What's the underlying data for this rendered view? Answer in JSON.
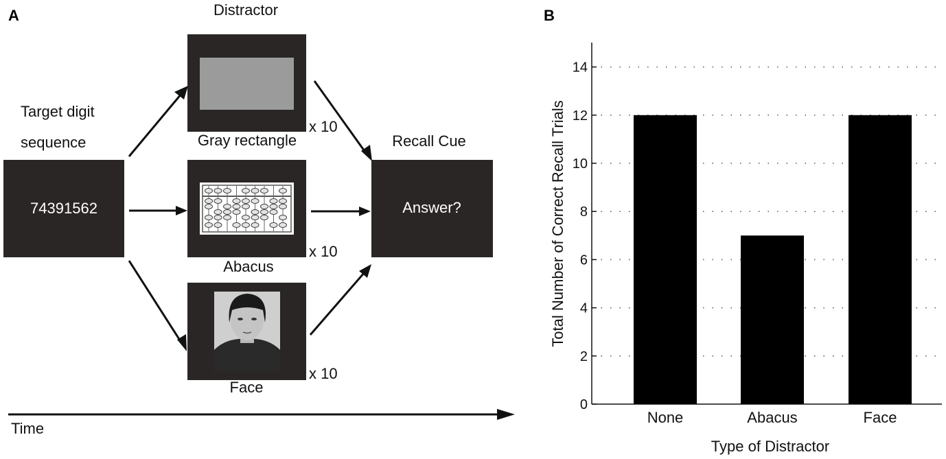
{
  "panel_a": {
    "panel_label": "A",
    "target_caption_line1": "Target digit",
    "target_caption_line2": "sequence",
    "target_digits": "74391562",
    "distractor_heading": "Distractor",
    "recall_caption": "Recall Cue",
    "recall_text": "Answer?",
    "distractors": [
      {
        "label": "Gray rectangle",
        "repeat": "x 10",
        "icon": "gray-rectangle-image"
      },
      {
        "label": "Abacus",
        "repeat": "x 10",
        "icon": "abacus-image"
      },
      {
        "label": "Face",
        "repeat": "x 10",
        "icon": "face-image"
      }
    ],
    "time_label": "Time",
    "colors": {
      "box": "#2b2626",
      "gray_rect": "#9b9b9b",
      "face_bg": "#cfcfcf"
    }
  },
  "panel_b": {
    "panel_label": "B"
  },
  "chart_data": {
    "type": "bar",
    "categories": [
      "None",
      "Abacus",
      "Face"
    ],
    "values": [
      12,
      7,
      12
    ],
    "title": "",
    "xlabel": "Type of Distractor",
    "ylabel": "Total Number of Correct Recall Trials",
    "ylim": [
      0,
      15
    ],
    "yticks": [
      0,
      2,
      4,
      6,
      8,
      10,
      12,
      14
    ],
    "grid": "horizontal dotted",
    "bar_color": "#000000"
  }
}
